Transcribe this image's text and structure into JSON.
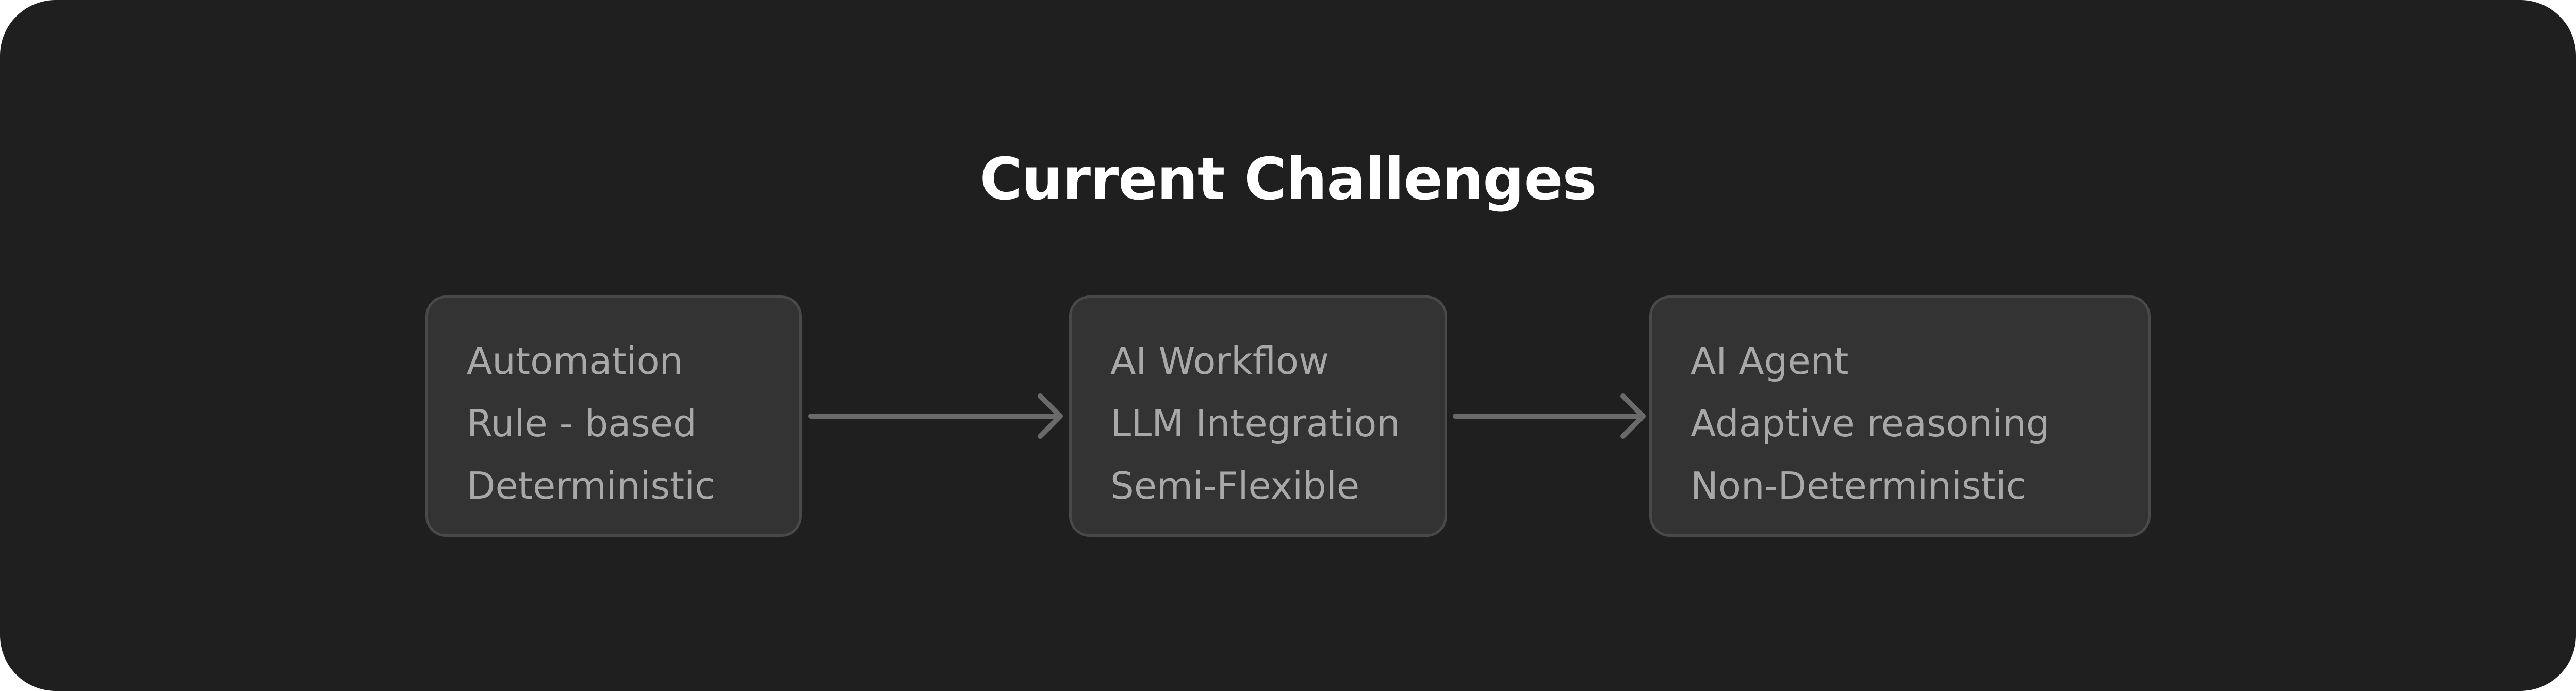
{
  "title": "Current Challenges",
  "stages": [
    {
      "lines": [
        "Automation",
        "Rule - based",
        "Deterministic"
      ]
    },
    {
      "lines": [
        "AI Workflow",
        "LLM Integration",
        "Semi-Flexible"
      ]
    },
    {
      "lines": [
        "AI Agent",
        "Adaptive reasoning",
        "Non-Deterministic"
      ]
    }
  ],
  "colors": {
    "background": "#1f1f1f",
    "box_fill": "#333333",
    "box_border": "#494949",
    "box_text": "#a8a8a8",
    "arrow": "#6a6a6a",
    "title": "#ffffff"
  }
}
